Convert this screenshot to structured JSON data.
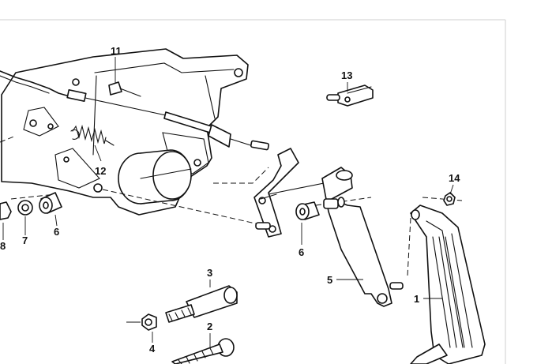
{
  "diagram": {
    "frame_color": "#cfcfcf",
    "line_color": "#111111",
    "callouts": [
      {
        "id": "1",
        "part": "accelerator-pedal"
      },
      {
        "id": "2",
        "part": "bolt"
      },
      {
        "id": "3",
        "part": "stop-pin"
      },
      {
        "id": "4",
        "part": "nut"
      },
      {
        "id": "5",
        "part": "pedal-lever"
      },
      {
        "id": "6",
        "part": "bushing"
      },
      {
        "id": "6b",
        "part": "bushing"
      },
      {
        "id": "7",
        "part": "washer"
      },
      {
        "id": "8",
        "part": "clip"
      },
      {
        "id": "11",
        "part": "cable-fitting"
      },
      {
        "id": "12",
        "part": "return-spring"
      },
      {
        "id": "13",
        "part": "cable-end-clip"
      },
      {
        "id": "14",
        "part": "small-nut"
      }
    ],
    "labels": {
      "n1": "1",
      "n2": "2",
      "n3": "3",
      "n4": "4",
      "n5": "5",
      "n6a": "6",
      "n6b": "6",
      "n7": "7",
      "n8": "8",
      "n11": "11",
      "n12": "12",
      "n13": "13",
      "n14": "14"
    }
  }
}
